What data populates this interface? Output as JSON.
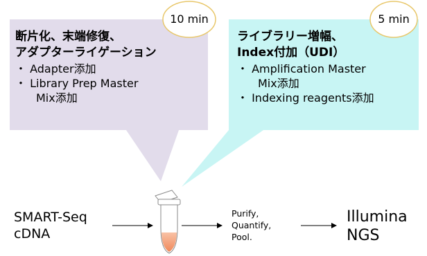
{
  "steps": [
    {
      "time": "10 min",
      "title_lines": [
        "断片化、末端修復、",
        "アダプターライゲーション"
      ],
      "bullets": [
        "・ Adapter添加",
        "・ Library Prep Master",
        "Mix添加"
      ],
      "bubble_color": "#e2dceb"
    },
    {
      "time": "5 min",
      "title_lines": [
        "ライブラリー増幅、",
        "Index付加（UDI）"
      ],
      "bullets": [
        "・ Amplification Master",
        "Mix添加",
        "・ Indexing reagents添加"
      ],
      "bubble_color": "#c8f5f4"
    }
  ],
  "flow": {
    "input_lines": [
      "SMART-Seq",
      "cDNA"
    ],
    "process_lines": [
      "Purify,",
      "Quantify,",
      "Pool."
    ],
    "output_lines": [
      "Illumina",
      "NGS"
    ]
  },
  "colors": {
    "tube_liquid": "#f4a27c",
    "arrow": "#000000"
  }
}
